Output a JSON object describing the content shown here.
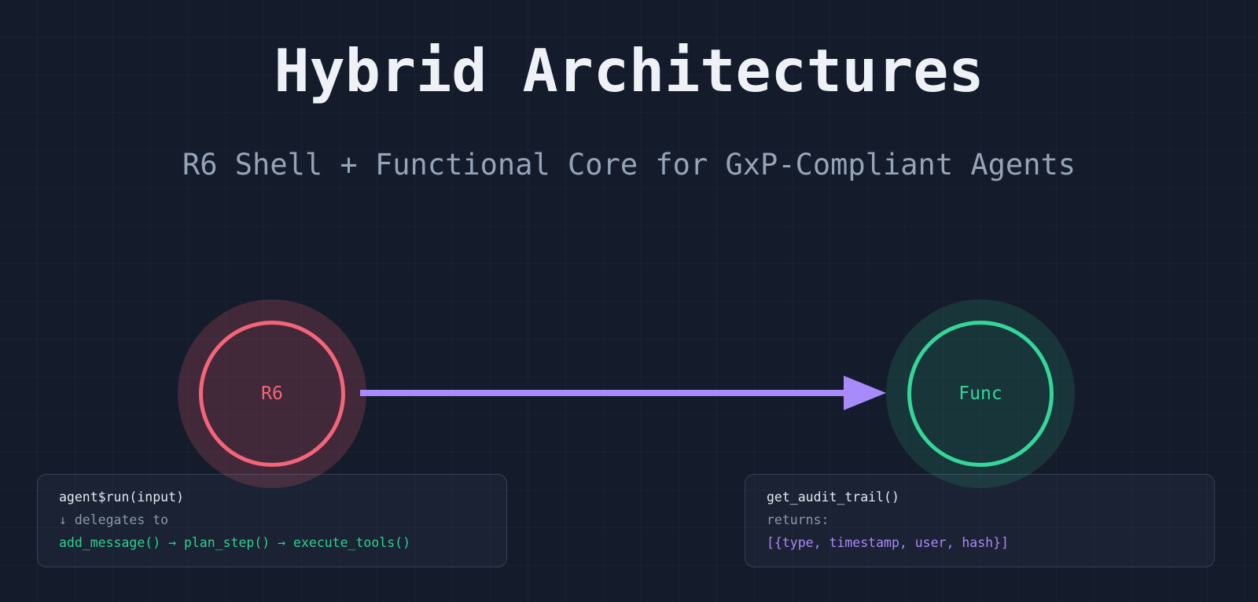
{
  "page": {
    "title": "Hybrid Architectures",
    "subtitle": "R6 Shell + Functional Core for GxP-Compliant Agents"
  },
  "diagram": {
    "nodes": [
      {
        "id": "r6",
        "label": "R6",
        "accent_color": "#f5657a",
        "glow_color": "rgba(244,99,122,0.20)"
      },
      {
        "id": "func",
        "label": "Func",
        "accent_color": "#35d69a",
        "glow_color": "rgba(53,214,154,0.14)"
      }
    ],
    "arrow": {
      "direction": "left-to-right",
      "color": "#a78bfa"
    }
  },
  "code_panels": {
    "left": {
      "lines": [
        {
          "text": "agent$run(input)",
          "style": "primary"
        },
        {
          "text": "↓ delegates to",
          "style": "muted"
        },
        {
          "text": "add_message() → plan_step() → execute_tools()",
          "style": "green"
        }
      ]
    },
    "right": {
      "lines": [
        {
          "text": "get_audit_trail()",
          "style": "primary"
        },
        {
          "text": "returns:",
          "style": "muted"
        },
        {
          "text": "[{type, timestamp, user, hash}]",
          "style": "purple"
        }
      ]
    }
  },
  "colors": {
    "background": "#141b2b",
    "title_text": "#eef2f7",
    "subtitle_text": "#96a4b8",
    "node_r6_accent": "#f5657a",
    "node_func_accent": "#35d69a",
    "arrow_purple": "#a78bfa",
    "code_primary": "#e3e9f2",
    "code_muted": "#8b98aa",
    "code_green": "#2fd091",
    "code_purple": "#a78bfa",
    "panel_border": "rgba(150,170,205,0.22)"
  }
}
